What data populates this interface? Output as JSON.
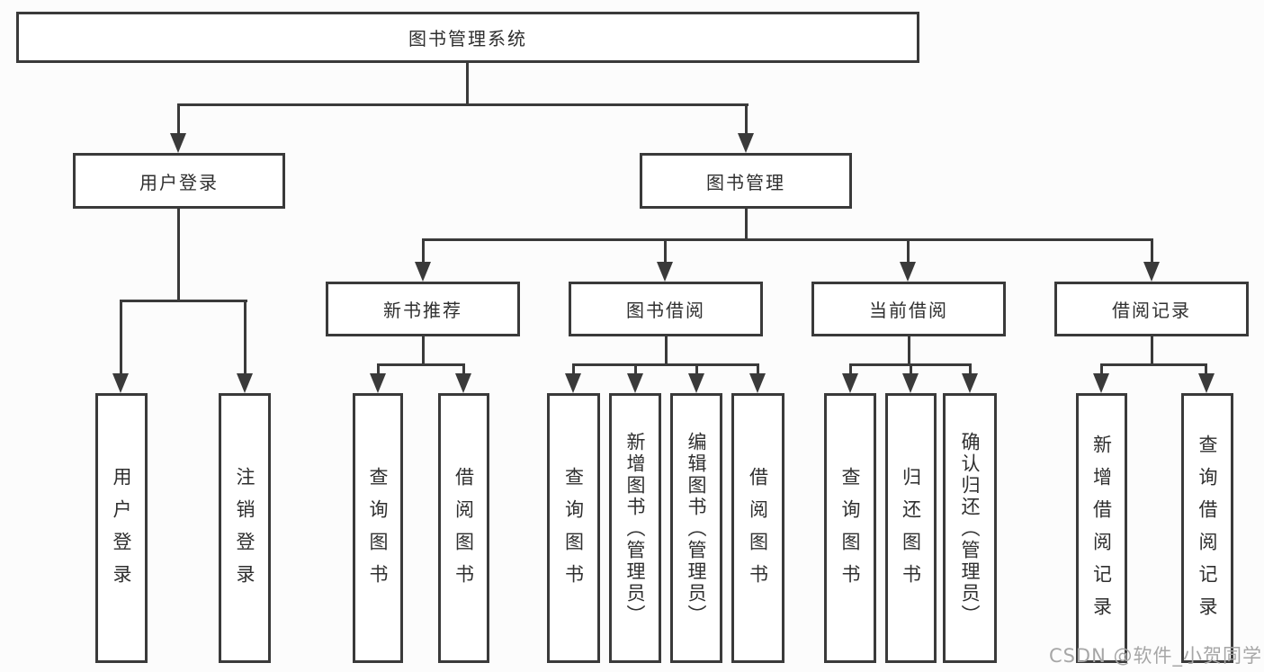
{
  "tree": {
    "label": "图书管理系统",
    "children": [
      {
        "label": "用户登录",
        "children": [
          {
            "label": "用户登录"
          },
          {
            "label": "注销登录"
          }
        ]
      },
      {
        "label": "图书管理",
        "children": [
          {
            "label": "新书推荐",
            "children": [
              {
                "label": "查询图书"
              },
              {
                "label": "借阅图书"
              }
            ]
          },
          {
            "label": "图书借阅",
            "children": [
              {
                "label": "查询图书"
              },
              {
                "label": "新增图书（管理员）"
              },
              {
                "label": "编辑图书（管理员）"
              },
              {
                "label": "借阅图书"
              }
            ]
          },
          {
            "label": "当前借阅",
            "children": [
              {
                "label": "查询图书"
              },
              {
                "label": "归还图书"
              },
              {
                "label": "确认归还（管理员）"
              }
            ]
          },
          {
            "label": "借阅记录",
            "children": [
              {
                "label": "新增借阅记录"
              },
              {
                "label": "查询借阅记录"
              }
            ]
          }
        ]
      }
    ]
  },
  "watermark": {
    "text": "CSDN @软件_小贺同学"
  },
  "colors": {
    "line": "#3a3a3a",
    "text": "#2f2f2f",
    "background": "#fcfcfc",
    "watermark": "#a6a6a6"
  }
}
